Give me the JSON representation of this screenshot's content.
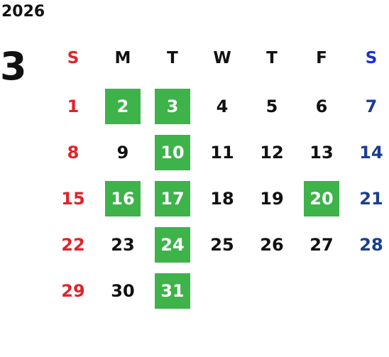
{
  "calendar": {
    "year": "2026",
    "month": "3",
    "colors": {
      "sunday": "#e0232a",
      "saturday": "#1a3f8c",
      "saturday_header": "#1a2fd6",
      "weekday": "#111111",
      "highlight_bg": "#3db34a",
      "highlight_text": "#ffffff"
    },
    "weekdays": [
      {
        "label": "S",
        "kind": "sunday"
      },
      {
        "label": "M",
        "kind": "weekday"
      },
      {
        "label": "T",
        "kind": "weekday"
      },
      {
        "label": "W",
        "kind": "weekday"
      },
      {
        "label": "T",
        "kind": "weekday"
      },
      {
        "label": "F",
        "kind": "weekday"
      },
      {
        "label": "S",
        "kind": "saturday"
      }
    ],
    "weeks": [
      [
        {
          "day": "1"
        },
        {
          "day": "2",
          "highlighted": true
        },
        {
          "day": "3",
          "highlighted": true
        },
        {
          "day": "4"
        },
        {
          "day": "5"
        },
        {
          "day": "6"
        },
        {
          "day": "7"
        }
      ],
      [
        {
          "day": "8"
        },
        {
          "day": "9"
        },
        {
          "day": "10",
          "highlighted": true
        },
        {
          "day": "11"
        },
        {
          "day": "12"
        },
        {
          "day": "13"
        },
        {
          "day": "14"
        }
      ],
      [
        {
          "day": "15"
        },
        {
          "day": "16",
          "highlighted": true
        },
        {
          "day": "17",
          "highlighted": true
        },
        {
          "day": "18"
        },
        {
          "day": "19"
        },
        {
          "day": "20",
          "highlighted": true
        },
        {
          "day": "21"
        }
      ],
      [
        {
          "day": "22"
        },
        {
          "day": "23"
        },
        {
          "day": "24",
          "highlighted": true
        },
        {
          "day": "25"
        },
        {
          "day": "26"
        },
        {
          "day": "27"
        },
        {
          "day": "28"
        }
      ],
      [
        {
          "day": "29"
        },
        {
          "day": "30"
        },
        {
          "day": "31",
          "highlighted": true
        },
        null,
        null,
        null,
        null
      ]
    ]
  }
}
